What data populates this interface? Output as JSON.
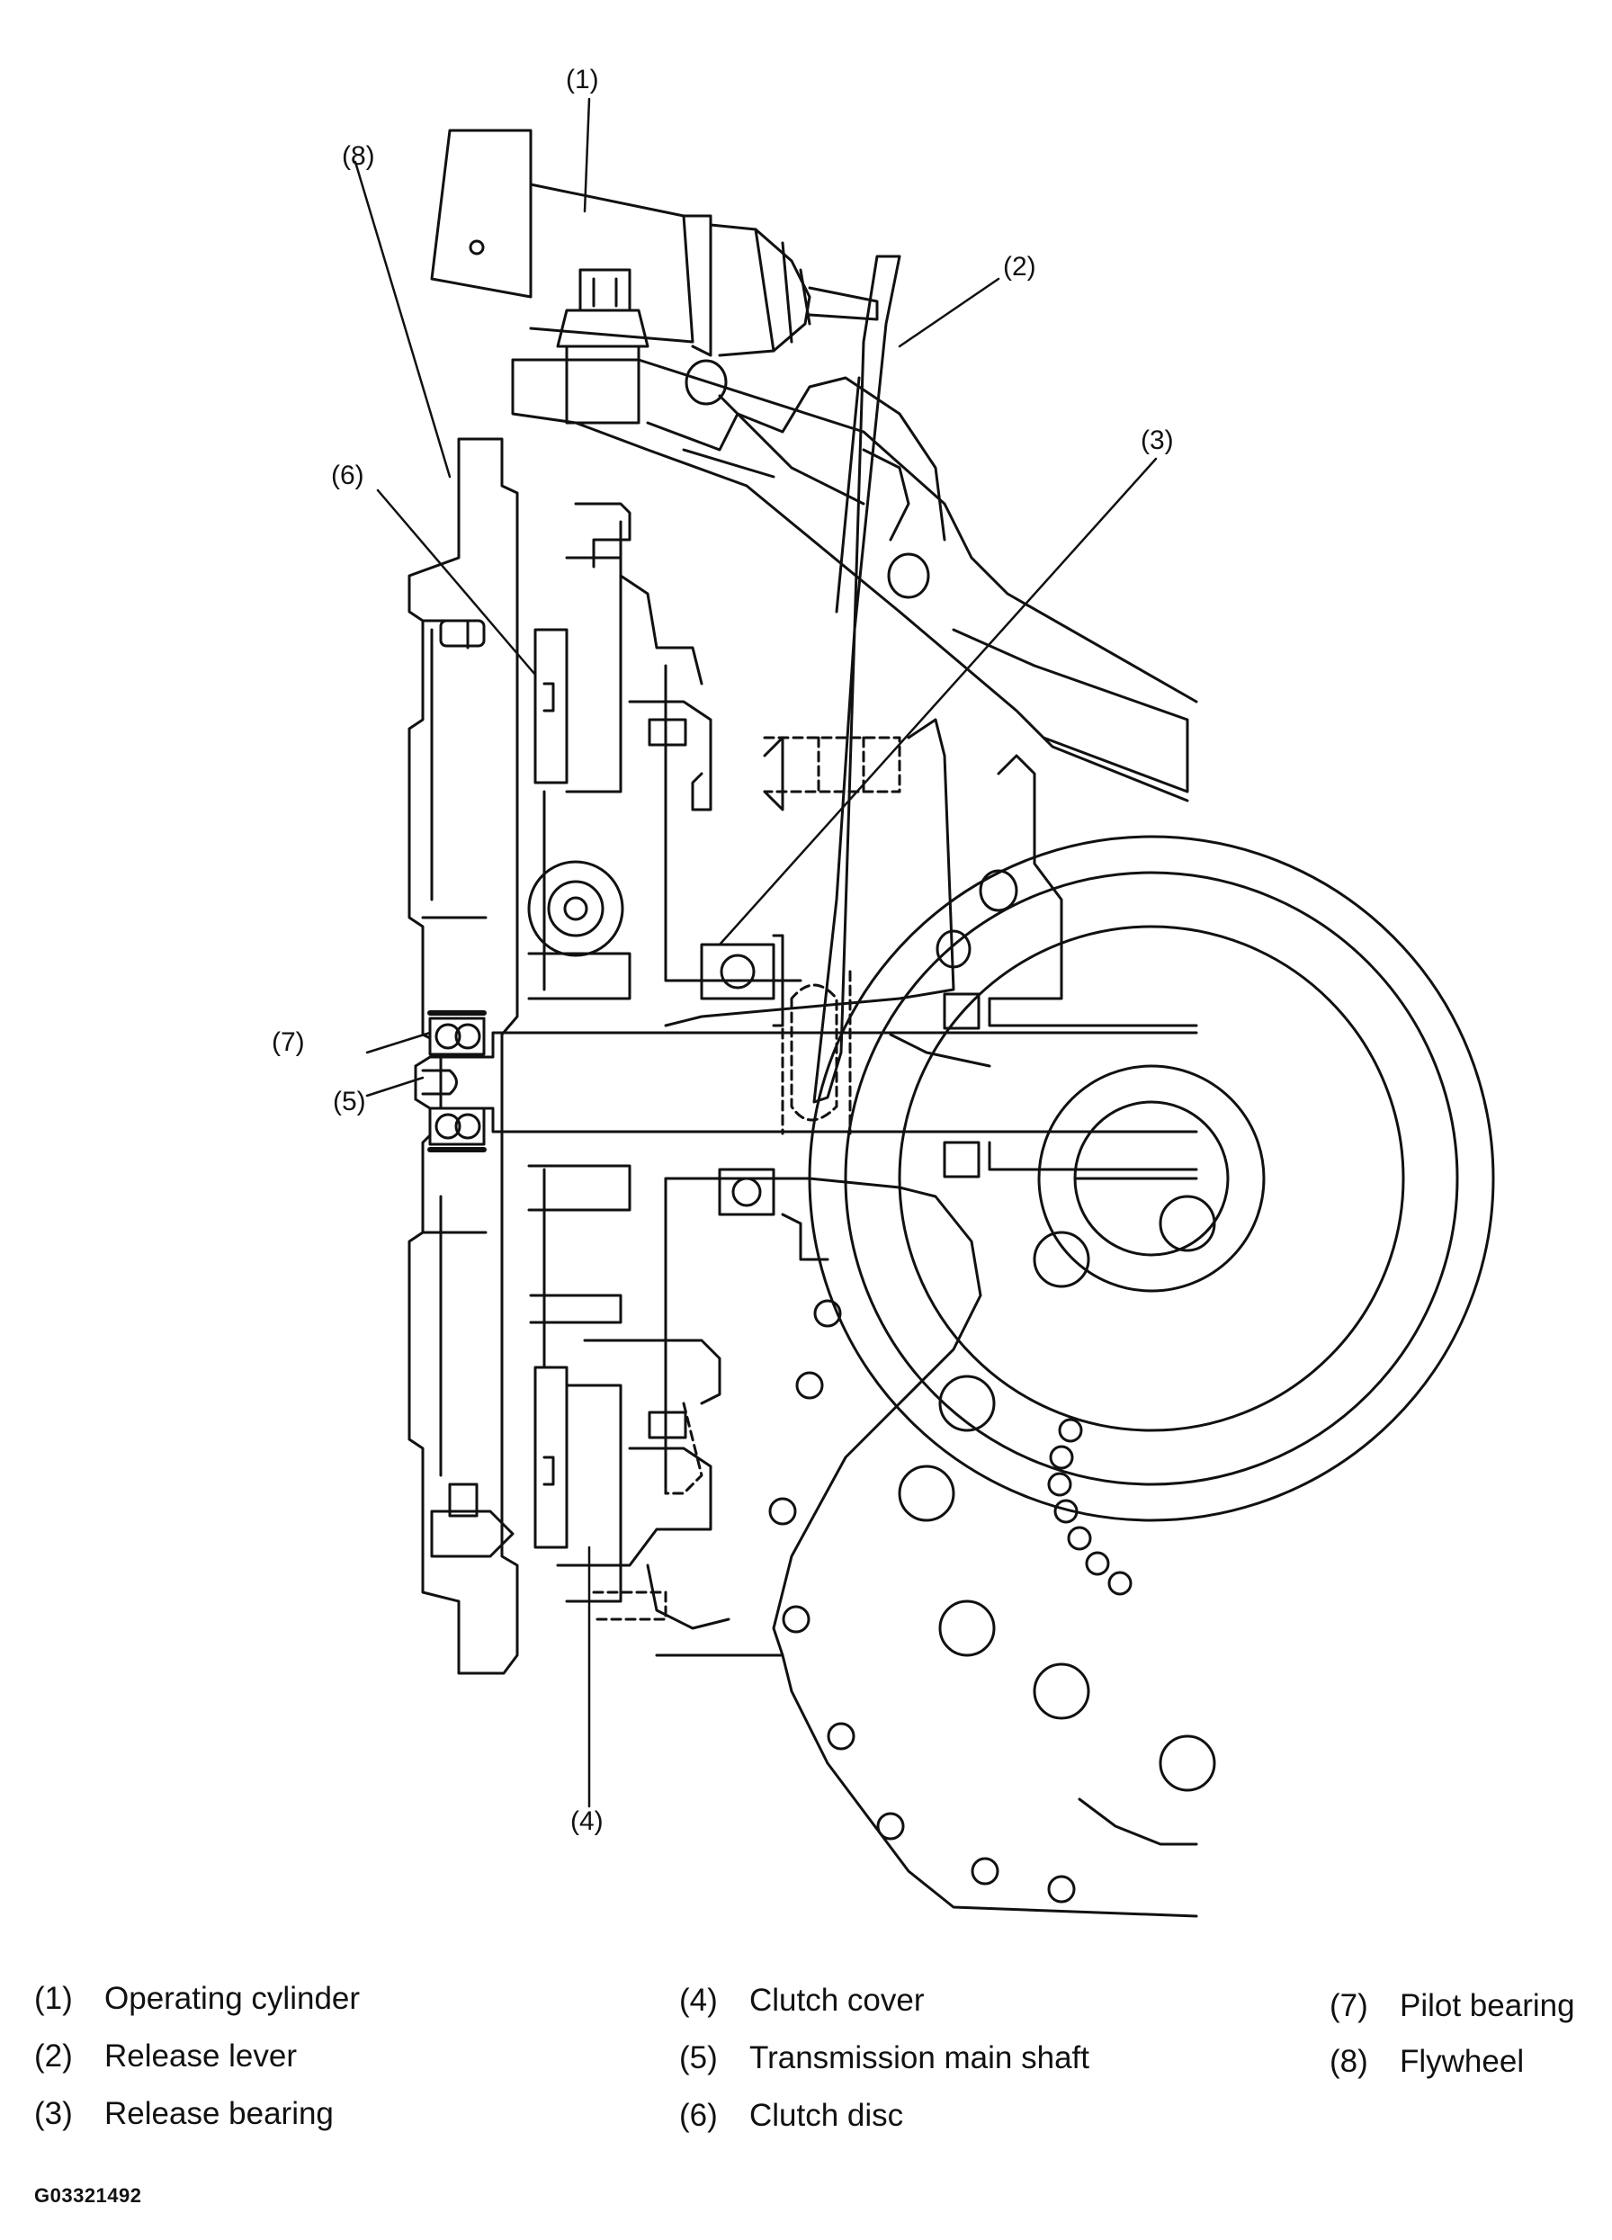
{
  "callouts": [
    {
      "num": "(1)",
      "name": "Operating cylinder"
    },
    {
      "num": "(2)",
      "name": "Release lever"
    },
    {
      "num": "(3)",
      "name": "Release bearing"
    },
    {
      "num": "(4)",
      "name": "Clutch cover"
    },
    {
      "num": "(5)",
      "name": "Transmission main shaft"
    },
    {
      "num": "(6)",
      "name": "Clutch disc"
    },
    {
      "num": "(7)",
      "name": "Pilot bearing"
    },
    {
      "num": "(8)",
      "name": "Flywheel"
    }
  ],
  "figure_code": "G03321492"
}
